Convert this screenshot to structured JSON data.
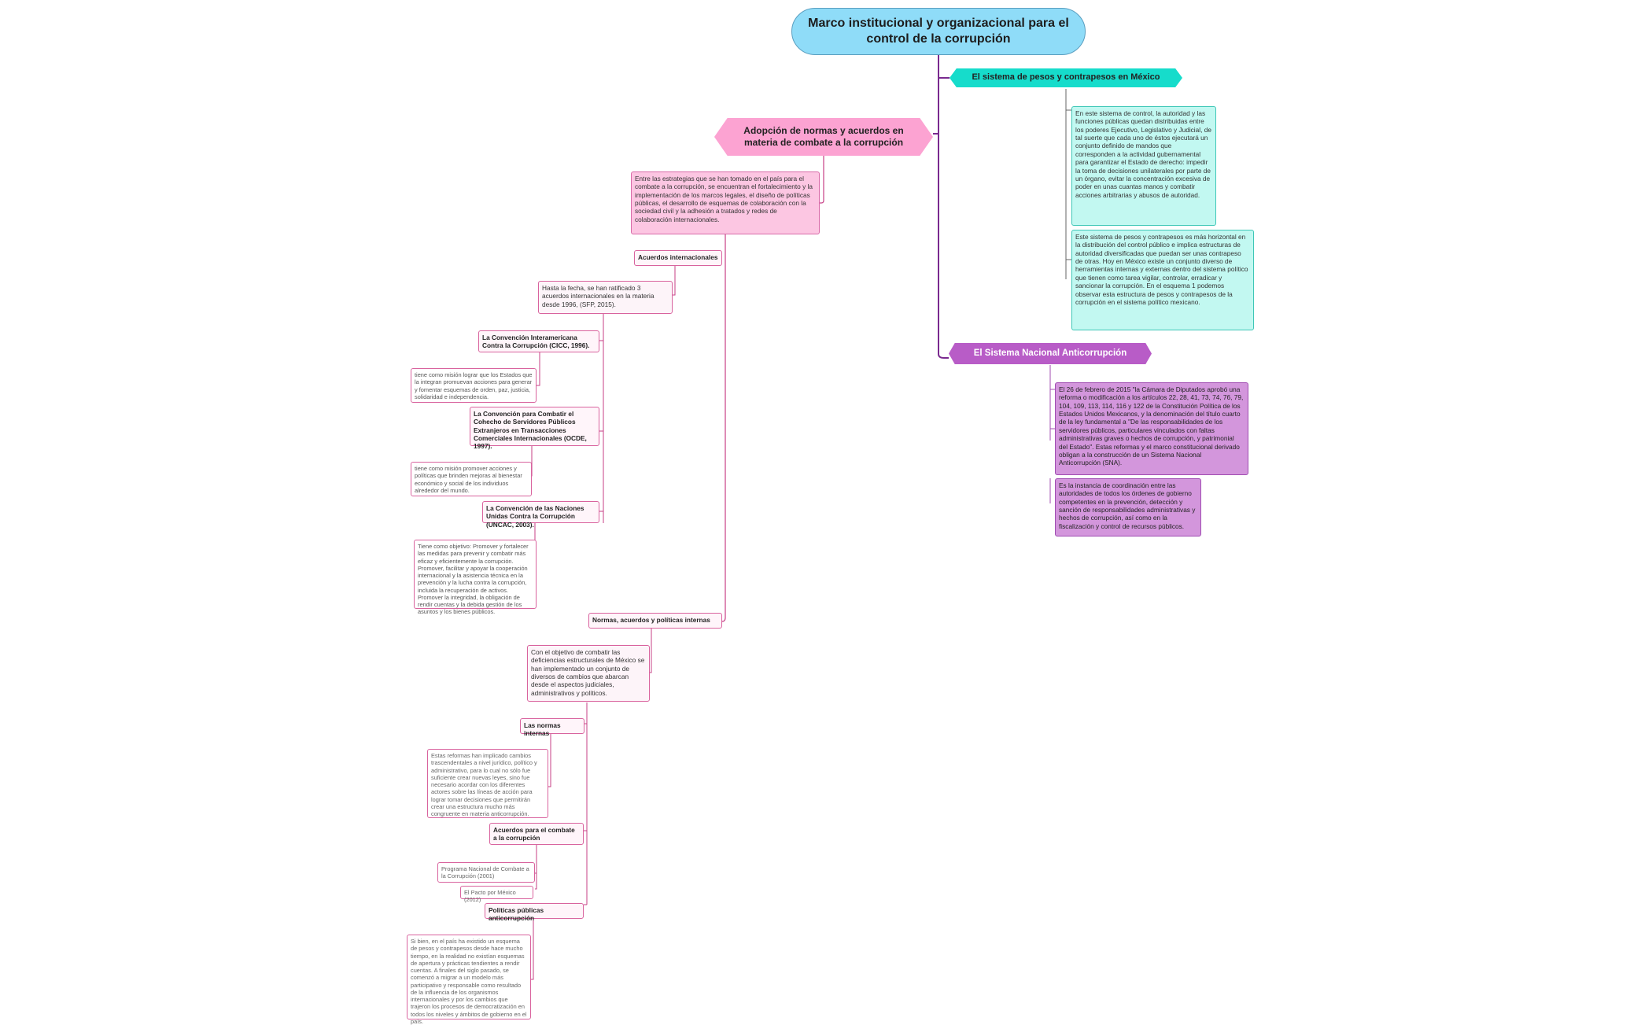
{
  "root": "Marco institucional y organizacional para el control de la corrupción",
  "branches": {
    "pesos": {
      "title": "El sistema de pesos y contrapesos en México",
      "p1": "En este sistema de control, la autoridad y las funciones públicas quedan distribuidas entre los poderes Ejecutivo, Legislativo y Judicial, de tal suerte que cada uno de éstos ejecutará un conjunto definido de mandos que corresponden a la actividad gubernamental para garantizar el Estado de derecho: impedir la toma de decisiones unilaterales por parte de un órgano, evitar la concentración excesiva de poder en unas cuantas manos y combatir acciones arbitrarias y abusos de autoridad.",
      "p2": "Este sistema de pesos y contrapesos es más horizontal en la distribución del control público e implica estructuras de autoridad diversificadas que puedan ser unas contrapeso de otras. Hoy en México existe un conjunto diverso de herramientas internas y externas dentro del sistema político que tienen como tarea vigilar, controlar, erradicar y sancionar la corrupción. En el esquema 1 podemos observar esta estructura de pesos y contrapesos de la corrupción en el sistema político mexicano."
    },
    "sna": {
      "title": "El Sistema Nacional Anticorrupción",
      "p1": "El 26 de febrero de 2015 \"la Cámara de Diputados aprobó una reforma o modificación a los artículos  22, 28, 41, 73, 74, 76, 79, 104, 109, 113, 114, 116 y 122 de la Constitución Política de los Estados Unidos Mexicanos, y la denominación del título cuarto de la ley fundamental a \"De las responsabilidades de los servidores públicos, particulares vinculados con faltas administrativas graves o hechos de corrupción, y patrimonial del Estado\".  Estas reformas y el marco constitucional derivado obligan a la construcción de un Sistema Nacional Anticorrupción (SNA).",
      "p2": "Es la instancia de coordinación entre las autoridades de todos los órdenes de gobierno competentes en la prevención, detección y sanción de responsabilidades administrativas y hechos de corrupción, así como en la fiscalización y control de recursos públicos."
    },
    "adopcion": {
      "title": "Adopción de normas y acuerdos en materia de combate a la corrupción",
      "intro": "Entre las estrategias que se han tomado en el país para el combate a la corrupción, se encuentran el fortalecimiento y la implementación de los marcos legales, el diseño de políticas públicas, el desarrollo de esquemas de colaboración con la sociedad civil y la adhesión a tratados y redes de colaboración internacionales.",
      "acuerdos_label": "Acuerdos internacionales",
      "acuerdos_text": "Hasta la fecha, se han ratificado 3 acuerdos internacionales en la materia desde 1996, (SFP, 2015).",
      "cicc_label": "La Convención Interamericana Contra la Corrupción (CICC, 1996).",
      "cicc_text": "tiene como misión lograr que los Estados que la integran promuevan acciones para generar y fomentar esquemas de orden, paz, justicia, solidaridad e independencia.",
      "ocde_label": "La Convención para Combatir el Cohecho de Servidores Públicos Extranjeros en Transacciones Comerciales Internacionales (OCDE, 1997).",
      "ocde_text": "tiene como misión promover acciones y políticas que brinden mejoras al bienestar económico y social de los individuos alrededor del mundo.",
      "uncac_label": "La Convención de las Naciones Unidas Contra la Corrupción (UNCAC, 2003).",
      "uncac_text": "Tiene como objetivo: Promover y fortalecer las medidas para prevenir y combatir más eficaz y eficientemente la corrupción. Promover, facilitar y apoyar la cooperación internacional y la asistencia técnica en la prevención y la lucha contra la corrupción, incluida la recuperación de activos. Promover la integridad, la obligación de rendir cuentas y la debida gestión de los asuntos y los bienes públicos.",
      "normas_label": "Normas, acuerdos y políticas internas",
      "normas_text": "Con el objetivo de combatir las deficiencias estructurales de México se han implementado un conjunto de diversos de cambios que abarcan desde el aspectos judiciales, administrativos y políticos.",
      "internas_label": "Las normas internas",
      "internas_text": "Estas reformas han implicado cambios trascendentales a nivel jurídico, político y administrativo, para lo cual no sólo fue suficiente crear nuevas leyes, sino fue necesario acordar con los diferentes actores sobre las líneas de acción para lograr tomar decisiones que permitirán crear una estructura mucho más congruente en materia anticorrupción.",
      "combate_label": "Acuerdos para el combate a la corrupción",
      "programa": "Programa Nacional de Combate a la Corrupción (2001)",
      "pacto": "El Pacto por México (2012)",
      "politicas_label": "Políticas públicas anticorrupción",
      "politicas_text": "Si bien, en el país ha existido un esquema de pesos y contrapesos desde hace mucho tiempo, en la realidad no existían esquemas de apertura y prácticas tendientes a rendir cuentas. A finales del siglo pasado, se comenzó a migrar a un modelo más participativo y responsable como resultado de la influencia de los organismos internacionales y por los cambios que trajeron los procesos de democratización en todos los niveles y ámbitos de gobierno en el país."
    }
  },
  "colors": {
    "root": "#8fdcf8",
    "teal": "#16dccb",
    "purple": "#b85cc7",
    "pink": "#fca3d2",
    "line_purple": "#7a2a8f",
    "line_pink": "#c73f86"
  }
}
